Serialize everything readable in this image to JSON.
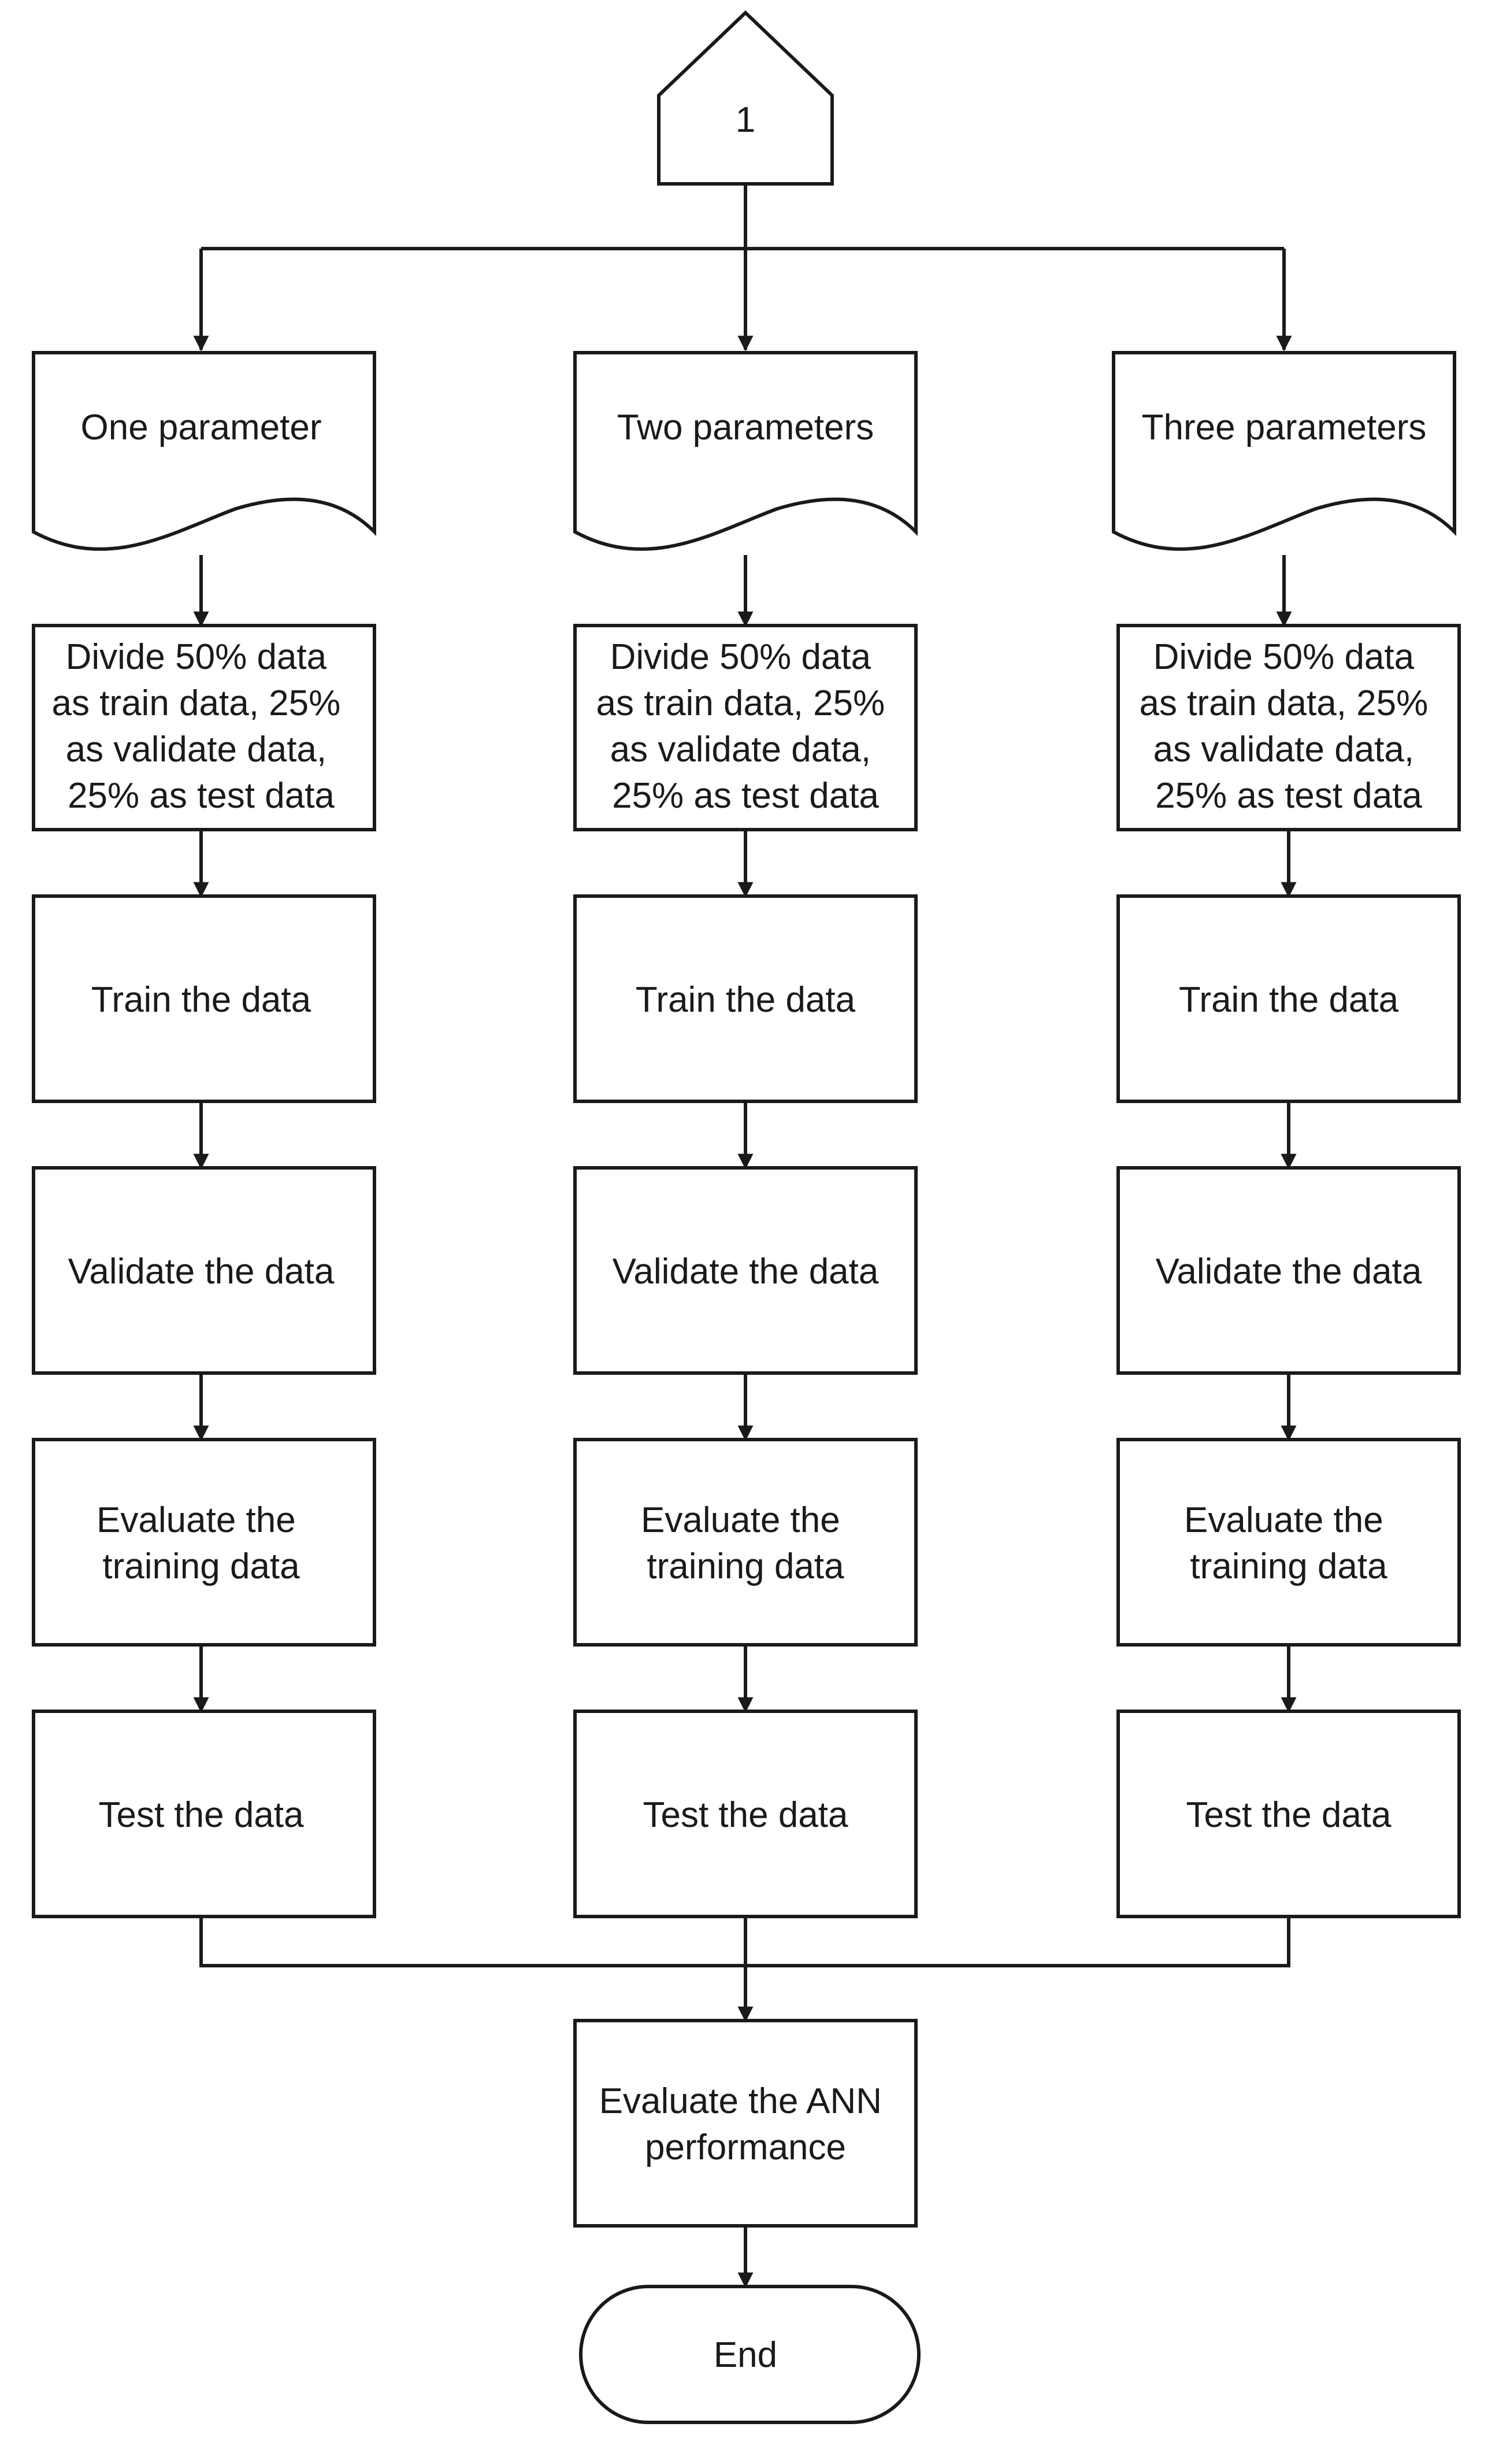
{
  "connector": {
    "label": "1"
  },
  "branches": [
    {
      "input": "One parameter",
      "divide": [
        "Divide 50% data",
        "as train data, 25%",
        "as validate data,",
        "25% as test data"
      ],
      "train": "Train the data",
      "validate": "Validate the data",
      "evaluate": [
        "Evaluate the",
        "training data"
      ],
      "test": "Test the data"
    },
    {
      "input": "Two parameters",
      "divide": [
        "Divide 50% data",
        "as train data, 25%",
        "as validate data,",
        "25% as test data"
      ],
      "train": "Train the data",
      "validate": "Validate the data",
      "evaluate": [
        "Evaluate the",
        "training data"
      ],
      "test": "Test the data"
    },
    {
      "input": "Three parameters",
      "divide": [
        "Divide 50% data",
        "as train data, 25%",
        "as validate data,",
        "25% as test data"
      ],
      "train": "Train the data",
      "validate": "Validate the data",
      "evaluate": [
        "Evaluate the",
        "training data"
      ],
      "test": "Test the data"
    }
  ],
  "final_step": [
    "Evaluate the ANN",
    "performance"
  ],
  "terminator": "End"
}
